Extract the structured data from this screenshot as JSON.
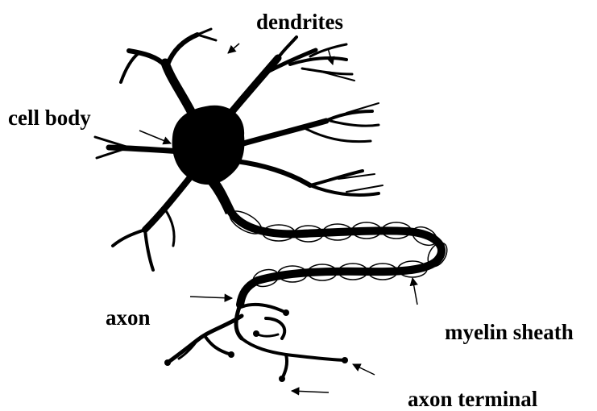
{
  "labels": {
    "dendrites": "dendrites",
    "cell_body": "cell body",
    "axon": "axon",
    "myelin_sheath": "myelin sheath",
    "axon_terminal": "axon terminal"
  },
  "colors": {
    "ink": "#000000",
    "background": "#ffffff"
  }
}
